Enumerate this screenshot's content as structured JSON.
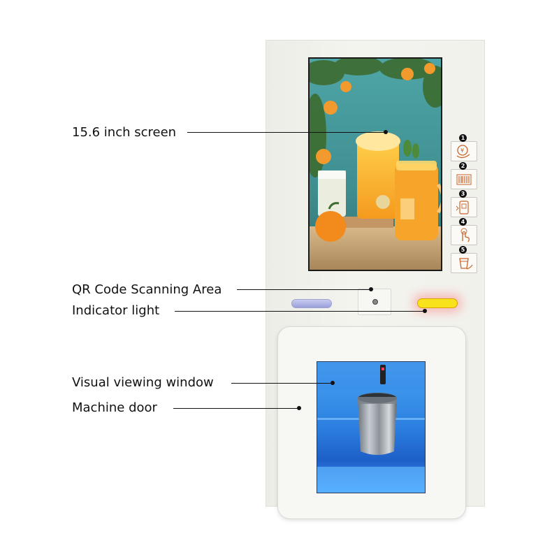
{
  "labels": {
    "screen": "15.6 inch screen",
    "qr": "QR Code Scanning Area",
    "indicator": "Indicator light",
    "window": "Visual viewing window",
    "door": "Machine door"
  },
  "steps": [
    {
      "number": "1",
      "icon": "payment-icon"
    },
    {
      "number": "2",
      "icon": "barcode-icon"
    },
    {
      "number": "3",
      "icon": "scan-phone-icon"
    },
    {
      "number": "4",
      "icon": "touch-icon"
    },
    {
      "number": "5",
      "icon": "cup-pickup-icon"
    }
  ],
  "colors": {
    "machine_body": "#f1f1ec",
    "indicator_yellow": "#f8e21c",
    "indicator_glow": "#ff5050",
    "window_blue": "#2f8cff",
    "accent_line": "#111111"
  }
}
